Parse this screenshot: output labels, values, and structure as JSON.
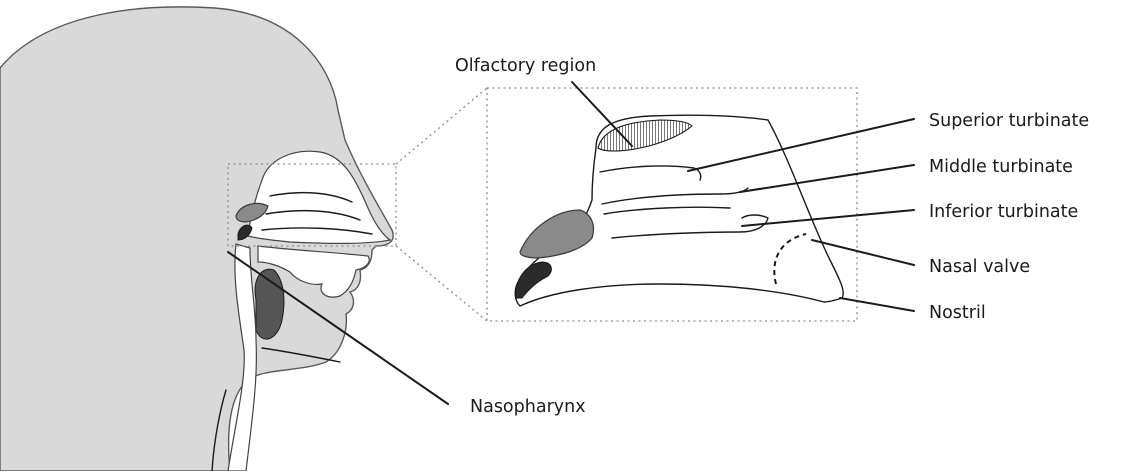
{
  "labels": {
    "olfactory": "Olfactory region",
    "superior": "Superior turbinate",
    "middle": "Middle turbinate",
    "inferior": "Inferior turbinate",
    "valve": "Nasal valve",
    "nostril": "Nostril",
    "nasopharynx": "Nasopharynx"
  },
  "icons": {
    "head": "head-profile-icon",
    "hatching": "olfactory-hatching"
  },
  "colors": {
    "head_fill": "#d9d9d9",
    "tissue_grey": "#8a8a8a",
    "dark_tissue": "#2b2b2b",
    "line": "#1a1a1a",
    "frame": "#8c8c8c"
  }
}
